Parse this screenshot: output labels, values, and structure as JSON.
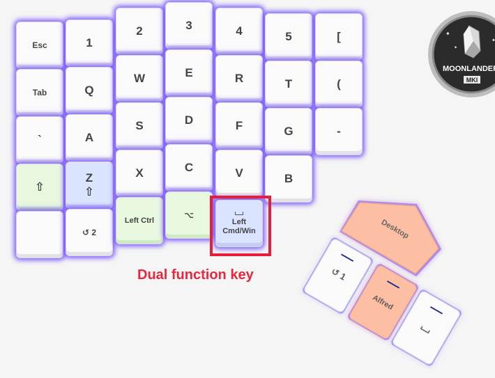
{
  "left_half": {
    "keys": [
      {
        "id": "esc",
        "label": "Esc"
      },
      {
        "id": "1",
        "label": "1"
      },
      {
        "id": "2",
        "label": "2"
      },
      {
        "id": "3",
        "label": "3"
      },
      {
        "id": "4",
        "label": "4"
      },
      {
        "id": "5",
        "label": "5"
      },
      {
        "id": "lbracket",
        "label": "["
      },
      {
        "id": "tab",
        "label": "Tab"
      },
      {
        "id": "q",
        "label": "Q"
      },
      {
        "id": "w",
        "label": "W"
      },
      {
        "id": "e",
        "label": "E"
      },
      {
        "id": "r",
        "label": "R"
      },
      {
        "id": "t",
        "label": "T"
      },
      {
        "id": "lparen",
        "label": "("
      },
      {
        "id": "backtick",
        "label": "`"
      },
      {
        "id": "a",
        "label": "A"
      },
      {
        "id": "s",
        "label": "S"
      },
      {
        "id": "d",
        "label": "D"
      },
      {
        "id": "f",
        "label": "F"
      },
      {
        "id": "g",
        "label": "G"
      },
      {
        "id": "minus",
        "label": "-"
      },
      {
        "id": "shift",
        "label": "⇧"
      },
      {
        "id": "z",
        "label": "Z",
        "sub": "⇧"
      },
      {
        "id": "x",
        "label": "X"
      },
      {
        "id": "c",
        "label": "C"
      },
      {
        "id": "v",
        "label": "V"
      },
      {
        "id": "b",
        "label": "B"
      },
      {
        "id": "layer2",
        "label": "↺ 2"
      },
      {
        "id": "leftctrl",
        "label": "Left Ctrl"
      },
      {
        "id": "option",
        "label": "⌥"
      },
      {
        "id": "leftcmd",
        "label": "Left Cmd/Win"
      }
    ]
  },
  "annotation": {
    "text": "Dual function key",
    "color": "#e8273f"
  },
  "thumb_cluster": {
    "desktop": "Desktop",
    "layer1": "↺ 1",
    "alfred": "Alfred",
    "space": "space"
  },
  "logo": {
    "text_top": "MOONLANDER",
    "text_badge": "MKI"
  },
  "colors": {
    "glow": "#6e46ff",
    "green": "#e7f8de",
    "blue": "#dbe4ff",
    "salmon": "#fdbfa3",
    "highlight": "#e61e3a"
  }
}
